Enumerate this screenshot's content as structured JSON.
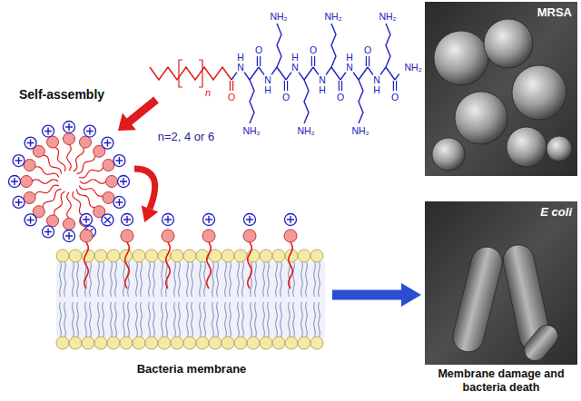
{
  "diagram": {
    "nodes": [
      {
        "text": [
          "Bacteria membrane"
        ]
      },
      {
        "text": [
          "Membrane damage and bacteria death"
        ]
      },
      {
        "text": [
          "MRSA"
        ],
        "in": 1
      },
      {
        "text": [
          "E coli"
        ],
        "in": 1
      }
    ],
    "edges": [
      {
        "from": 0,
        "to": 1,
        "arrow": "to"
      }
    ],
    "labels": [
      "n",
      "n=2, 4 or 6",
      "O",
      "N",
      "H",
      "NH₂",
      "O",
      "N",
      "H",
      "NH₂",
      "O",
      "N",
      "H",
      "NH₂",
      "O",
      "N",
      "H",
      "NH₂",
      "O",
      "N",
      "H",
      "NH₂",
      "O",
      "N",
      "H",
      "NH₂",
      "O",
      "NH₂",
      "Self-assembly"
    ]
  }
}
